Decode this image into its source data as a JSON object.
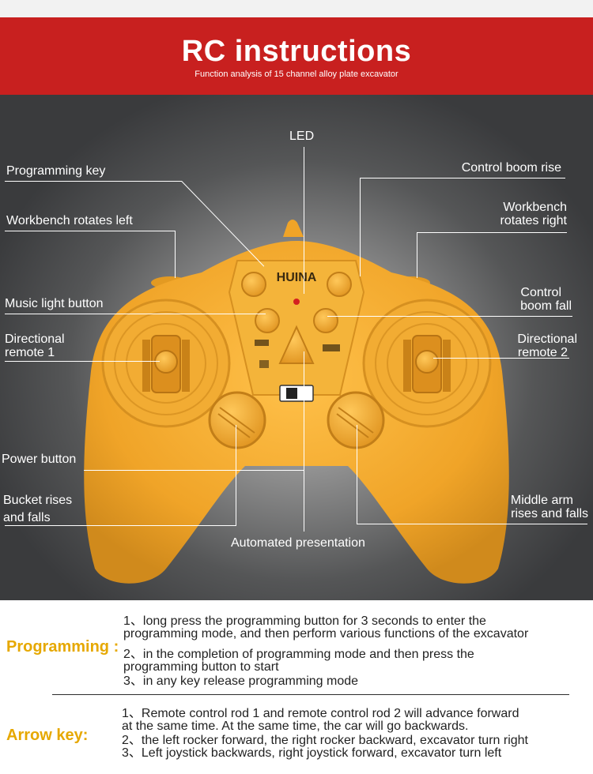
{
  "banner": {
    "title": "RC instructions",
    "subtitle": "Function analysis of 15 channel alloy plate excavator"
  },
  "controller": {
    "brand": "HUINA"
  },
  "labels": {
    "led": "LED",
    "programming_key": "Programming key",
    "control_boom_rise": "Control boom rise",
    "workbench_rotates_left": "Workbench rotates left",
    "workbench_rotates_right_1": "Workbench",
    "workbench_rotates_right_2": "rotates right",
    "music_light_button": "Music light button",
    "control_boom_fall_1": "Control",
    "control_boom_fall_2": "boom fall",
    "directional_remote_1_a": "Directional",
    "directional_remote_1_b": "remote 1",
    "directional_remote_2_a": "Directional",
    "directional_remote_2_b": "remote 2",
    "power_button": "Power button",
    "bucket_1": "Bucket rises",
    "bucket_2": "and falls",
    "middle_arm_1": "Middle arm",
    "middle_arm_2": "rises and falls",
    "automated_presentation": "Automated presentation"
  },
  "instructions": {
    "programming": {
      "heading": "Programming :",
      "lines": [
        "1、long press the programming button for 3 seconds to enter the",
        "programming mode, and then perform various functions of the excavator",
        "2、in the completion of programming mode and then press the",
        "programming button to start",
        "3、in any key release programming mode"
      ]
    },
    "arrow_key": {
      "heading": "Arrow key:",
      "lines": [
        "1、Remote control rod 1 and remote control rod 2 will advance forward",
        "at the same time. At the same time, the car will go backwards.",
        "2、the left rocker forward, the right rocker backward, excavator turn right",
        "3、Left joystick backwards, right joystick forward, excavator turn left"
      ]
    }
  },
  "colors": {
    "banner_red": "#c8201f",
    "controller_yellow": "#f0ad2a",
    "heading_yellow": "#e6a800"
  }
}
